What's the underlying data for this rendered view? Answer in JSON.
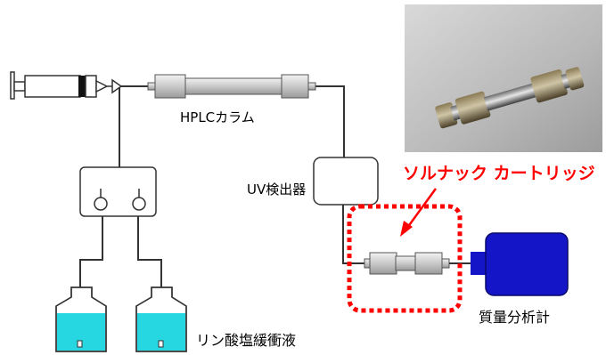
{
  "labels": {
    "hplc_column": "HPLCカラム",
    "uv_detector": "UV検出器",
    "solnac_cartridge": "ソルナック カートリッジ",
    "mass_spectrometer": "質量分析計",
    "phosphate_buffer": "リン酸塩緩衝液"
  },
  "colors": {
    "line": "#333333",
    "highlight": "#ff0000",
    "liquid": "#26d6e0",
    "mass_spec": "#1515c8",
    "column_body": "#d8d8d8"
  },
  "icons": {
    "syringe": "syringe-icon",
    "pump": "pump-icon",
    "column": "hplc-column-icon",
    "detector": "uv-detector-icon",
    "cartridge": "cartridge-icon",
    "mass_spec": "mass-spectrometer-icon",
    "photo": "cartridge-photo"
  }
}
